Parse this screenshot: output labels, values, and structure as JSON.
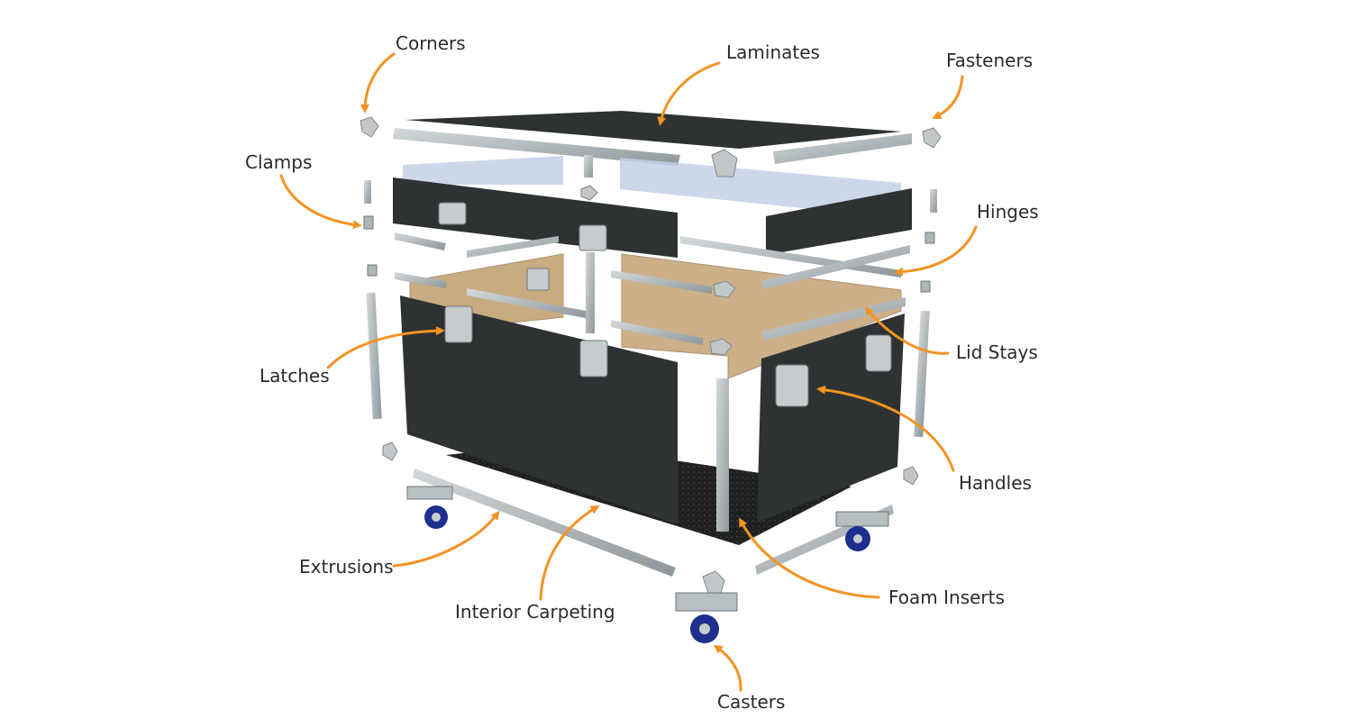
{
  "labels": {
    "corners": "Corners",
    "laminates": "Laminates",
    "fasteners": "Fasteners",
    "clamps": "Clamps",
    "hinges": "Hinges",
    "lid_stays": "Lid Stays",
    "latches": "Latches",
    "handles": "Handles",
    "extrusions": "Extrusions",
    "interior_carpeting": "Interior Carpeting",
    "foam_inserts": "Foam Inserts",
    "casters": "Casters"
  },
  "colors": {
    "arrow": "#f39322",
    "panel": "#2e3233",
    "wood": "#c9ab82",
    "aluminum": "#a9b0b3",
    "glass": "#c6cfe6",
    "carpet": "#1e1f20",
    "caster_wheel": "#1f2f8f"
  }
}
